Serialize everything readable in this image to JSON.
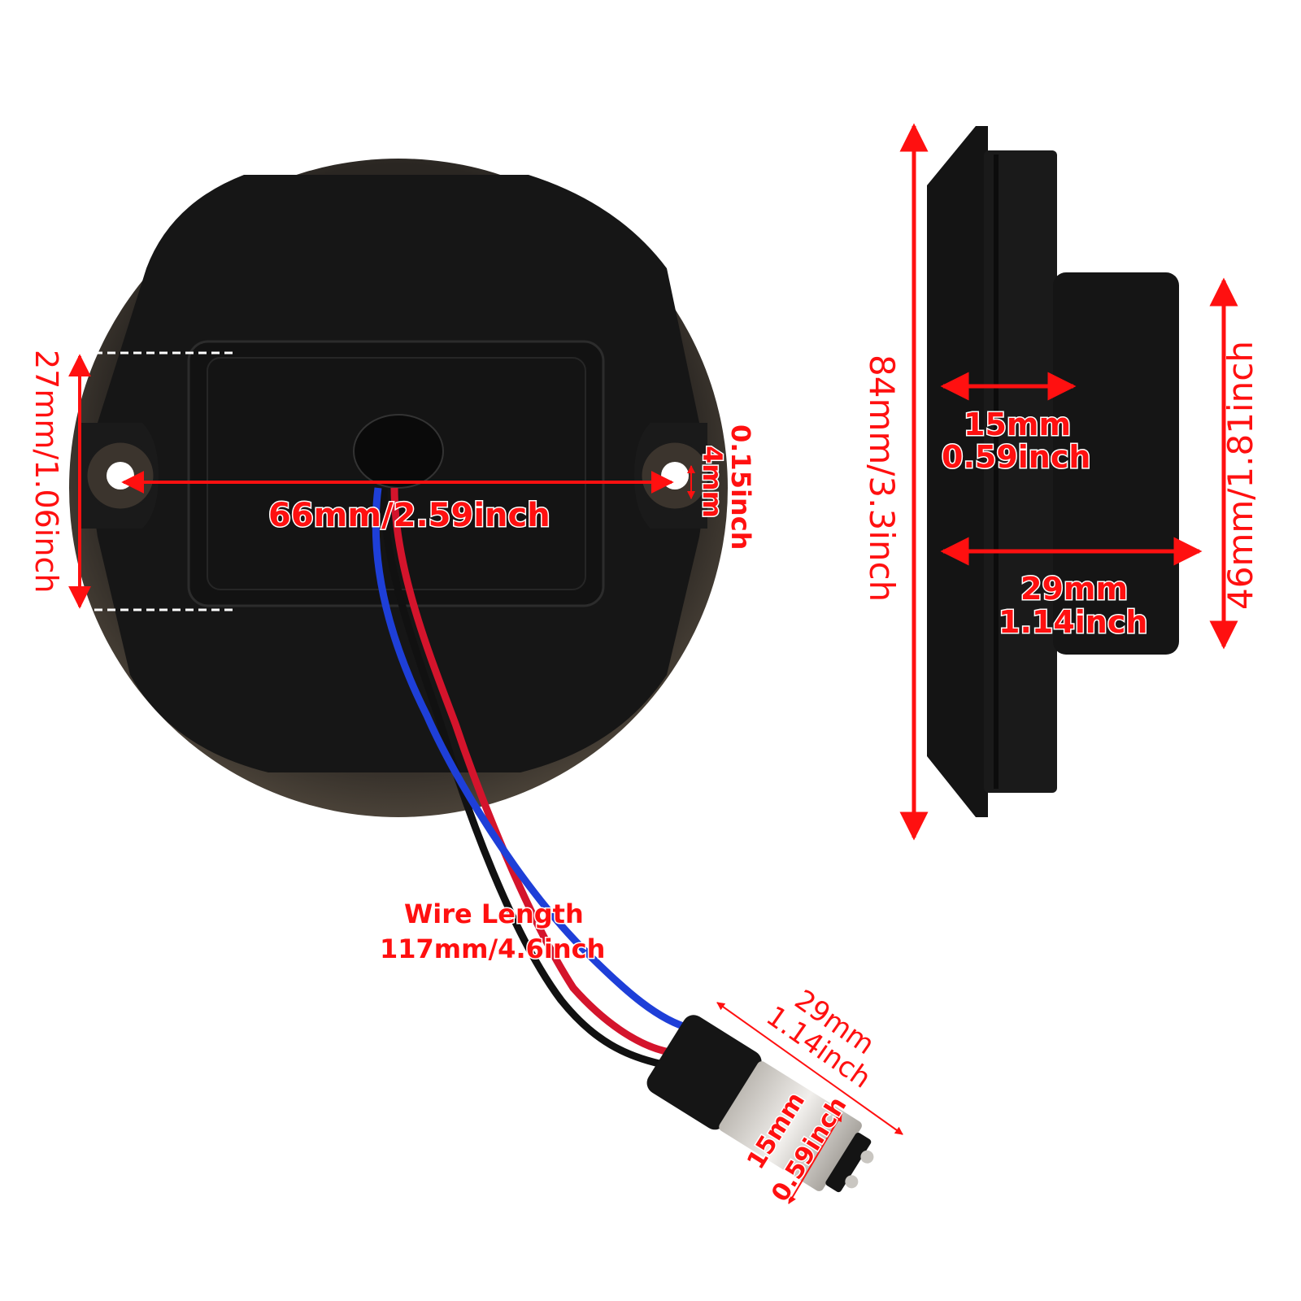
{
  "figure": {
    "title": "Round LED light dimension diagram",
    "annotation_color": "#ff1010",
    "wire_colors": {
      "blue": "#1e3fd8",
      "red": "#d4142c",
      "black": "#111111"
    }
  },
  "front_view": {
    "hole_spacing": {
      "mm": "66mm/2.59inch"
    },
    "module_height": {
      "label": "27mm/1.06inch"
    },
    "hole_diameter": {
      "mm": "4mm",
      "inch": "0.15inch"
    }
  },
  "side_view": {
    "total_height": {
      "label": "84mm/3.3inch"
    },
    "module_height": {
      "label": "46mm/1.81inch"
    },
    "flange_depth": {
      "mm": "15mm",
      "inch": "0.59inch"
    },
    "total_depth": {
      "mm": "29mm",
      "inch": "1.14inch"
    }
  },
  "wire": {
    "title": "Wire Length",
    "length": "117mm/4.6inch"
  },
  "bulb_connector": {
    "length": {
      "mm": "29mm",
      "inch": "1.14inch"
    },
    "diameter": {
      "mm": "15mm",
      "inch": "0.59inch"
    }
  }
}
